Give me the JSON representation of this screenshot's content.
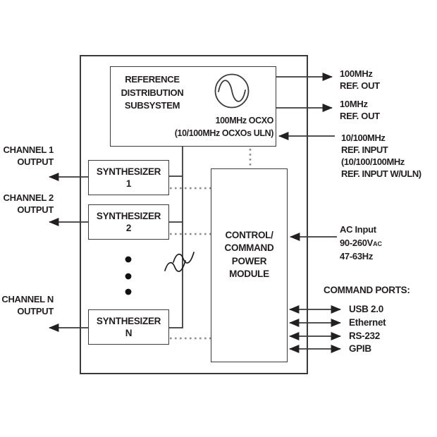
{
  "colors": {
    "line": "#3a3a3a",
    "text": "#231f20",
    "dotted_line": "#8c8c8c",
    "background": "#ffffff"
  },
  "icons": {
    "oscillator": "sine-wave-icon",
    "continuation": "vertical-ellipsis-icon",
    "wire_break": "line-break-icon"
  },
  "reference_subsystem": {
    "title_line1": "REFERENCE",
    "title_line2": "DISTRIBUTION",
    "title_line3": "SUBSYSTEM",
    "oscillator_label": "100MHz OCXO",
    "oscillator_option": "(10/100MHz OCXOs ULN)"
  },
  "synthesizers": [
    {
      "name": "SYNTHESIZER",
      "number": "1"
    },
    {
      "name": "SYNTHESIZER",
      "number": "2"
    },
    {
      "name": "SYNTHESIZER",
      "number": "N"
    }
  ],
  "control_module": {
    "line1": "CONTROL/",
    "line2": "COMMAND",
    "line3": "POWER",
    "line4": "MODULE"
  },
  "channel_outputs": [
    {
      "line1": "CHANNEL 1",
      "line2": "OUTPUT"
    },
    {
      "line1": "CHANNEL 2",
      "line2": "OUTPUT"
    },
    {
      "line1": "CHANNEL N",
      "line2": "OUTPUT"
    }
  ],
  "reference_io": {
    "out_100mhz": {
      "line1": "100MHz",
      "line2": "REF. OUT"
    },
    "out_10mhz": {
      "line1": "10MHz",
      "line2": "REF. OUT"
    },
    "input": {
      "line1": "10/100MHz",
      "line2": "REF. INPUT",
      "line3": "(10/100/100MHz",
      "line4": "REF. INPUT W/ULN)"
    }
  },
  "power": {
    "line1": "AC Input",
    "voltage_main": "90-260V",
    "voltage_sub": "AC",
    "line3": "47-63Hz"
  },
  "command_ports": {
    "header": "COMMAND PORTS:",
    "ports": [
      "USB 2.0",
      "Ethernet",
      "RS-232",
      "GPIB"
    ]
  }
}
